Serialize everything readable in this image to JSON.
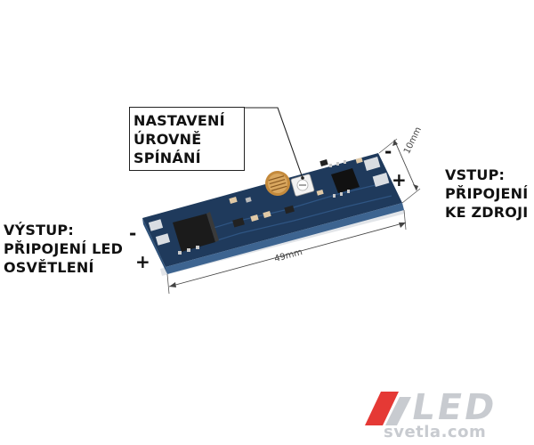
{
  "callout": {
    "lines": [
      "NASTAVENÍ",
      "ÚROVNĚ",
      "SPÍNÁNÍ"
    ]
  },
  "input": {
    "lines": [
      "VSTUP:",
      "PŘIPOJENÍ",
      "KE ZDROJI"
    ],
    "minus": "-",
    "plus": "+"
  },
  "output": {
    "lines": [
      "VÝSTUP:",
      "PŘIPOJENÍ LED",
      "OSVĚTLENÍ"
    ],
    "minus": "-",
    "plus": "+"
  },
  "dimensions": {
    "width": "10mm",
    "length": "49mm"
  },
  "logo": {
    "letters": "LED",
    "site": "svetla.com",
    "accent_color": "#e53935",
    "text_color": "#c8cbd0"
  },
  "colors": {
    "board": "#1f3a5c",
    "board_edge": "#3d6490"
  }
}
